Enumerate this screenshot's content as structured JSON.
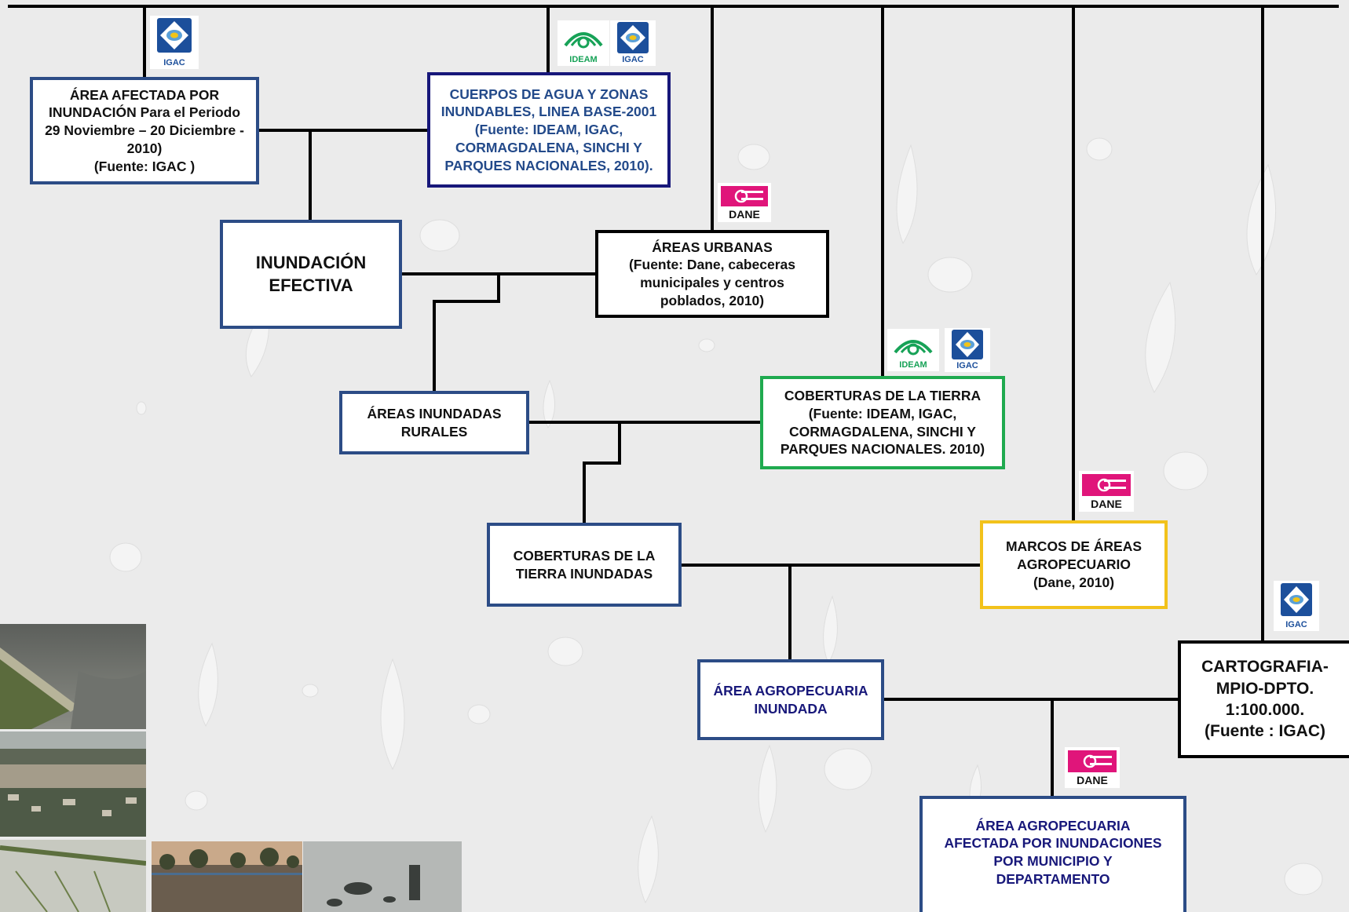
{
  "colors": {
    "background": "#ebebeb",
    "line": "#000000",
    "blue": "#2c4c86",
    "navy": "#17177a",
    "green": "#1faa4f",
    "yellow": "#f2c21b",
    "black": "#000000",
    "text_blue": "#234a8a",
    "text_navy": "#18187a",
    "dane_pink": "#e0157a",
    "ideam_green": "#17a257",
    "igac_blue": "#1c4f9b"
  },
  "logos": {
    "igac": "IGAC",
    "ideam": "IDEAM",
    "dane": "DANE"
  },
  "nodes": {
    "area_afectada": [
      "ÁREA AFECTADA POR",
      "INUNDACIÓN Para el Periodo",
      "29 Noviembre – 20 Diciembre -",
      "2010)",
      "(Fuente: IGAC )"
    ],
    "cuerpos_agua": [
      "CUERPOS DE AGUA Y ZONAS",
      "INUNDABLES, LINEA BASE-2001",
      "(Fuente: IDEAM, IGAC,",
      "CORMAGDALENA, SINCHI Y",
      "PARQUES NACIONALES, 2010)."
    ],
    "inundacion_efectiva": [
      "INUNDACIÓN",
      "EFECTIVA"
    ],
    "areas_urbanas": [
      "ÁREAS URBANAS",
      "(Fuente: Dane, cabeceras",
      "municipales y centros",
      "poblados, 2010)"
    ],
    "areas_rurales": [
      "ÁREAS INUNDADAS",
      "RURALES"
    ],
    "coberturas_tierra": [
      "COBERTURAS  DE LA TIERRA",
      "(Fuente: IDEAM, IGAC,",
      "CORMAGDALENA, SINCHI Y",
      "PARQUES NACIONALES.   2010)"
    ],
    "coberturas_inundadas": [
      "COBERTURAS DE LA",
      "TIERRA INUNDADAS"
    ],
    "marcos_areas": [
      "MARCOS DE ÁREAS",
      "AGROPECUARIO",
      "(Dane, 2010)"
    ],
    "agropecuaria_inundada": [
      "ÁREA  AGROPECUARIA",
      "INUNDADA"
    ],
    "cartografia": [
      "CARTOGRAFIA-",
      "MPIO-DPTO.",
      "1:100.000.",
      "(Fuente : IGAC)"
    ],
    "agropecuaria_afectada": [
      "ÁREA  AGROPECUARIA",
      "AFECTADA POR INUNDACIONES",
      "POR MUNICIPIO Y",
      "DEPARTAMENTO"
    ]
  }
}
